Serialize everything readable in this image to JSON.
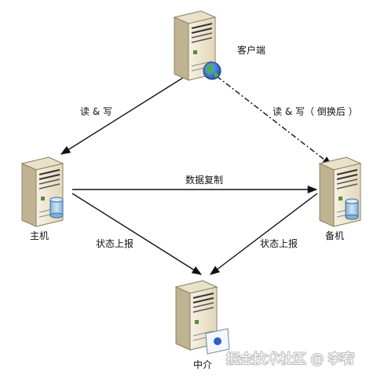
{
  "nodes": {
    "client": {
      "label": "客户端",
      "icon": "globe-icon"
    },
    "master": {
      "label": "主机",
      "icon": "database-icon"
    },
    "backup": {
      "label": "备机",
      "icon": "database-icon"
    },
    "broker": {
      "label": "中介",
      "icon": "document-icon"
    }
  },
  "edges": {
    "client_master": "读 & 写",
    "client_backup": "读 & 写（ 倒换后 ）",
    "replication": "数据复制",
    "master_report": "状态上报",
    "backup_report": "状态上报"
  },
  "watermark": "掘金技术社区 @ 李宥",
  "colors": {
    "server_body": "#efe6cf",
    "server_side": "#cfc4a4",
    "db_blue": "#9fc5e3",
    "line": "#111111"
  }
}
